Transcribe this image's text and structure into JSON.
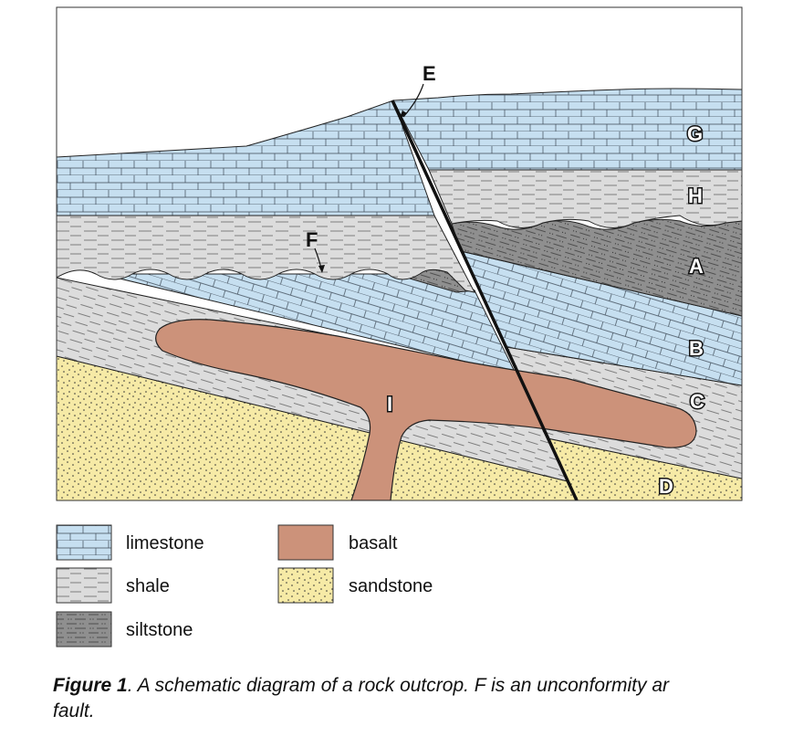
{
  "layers": {
    "G": "G",
    "H": "H",
    "A": "A",
    "B": "B",
    "C": "C",
    "D": "D",
    "I": "I"
  },
  "markers": {
    "E": "E",
    "F": "F"
  },
  "legend": [
    {
      "key": "limestone",
      "label": "limestone"
    },
    {
      "key": "shale",
      "label": "shale"
    },
    {
      "key": "siltstone",
      "label": "siltstone"
    },
    {
      "key": "basalt",
      "label": "basalt"
    },
    {
      "key": "sandstone",
      "label": "sandstone"
    }
  ],
  "caption": {
    "figure": "Figure 1",
    "text": ". A schematic diagram of a rock outcrop. F is an unconformity ar",
    "text_line2": "fault."
  },
  "colors": {
    "limestone": "#c6dff0",
    "shale": "#dcdcdc",
    "siltstone": "#8f8f8f",
    "basalt": "#cc927a",
    "sandstone": "#f6eaa6"
  }
}
